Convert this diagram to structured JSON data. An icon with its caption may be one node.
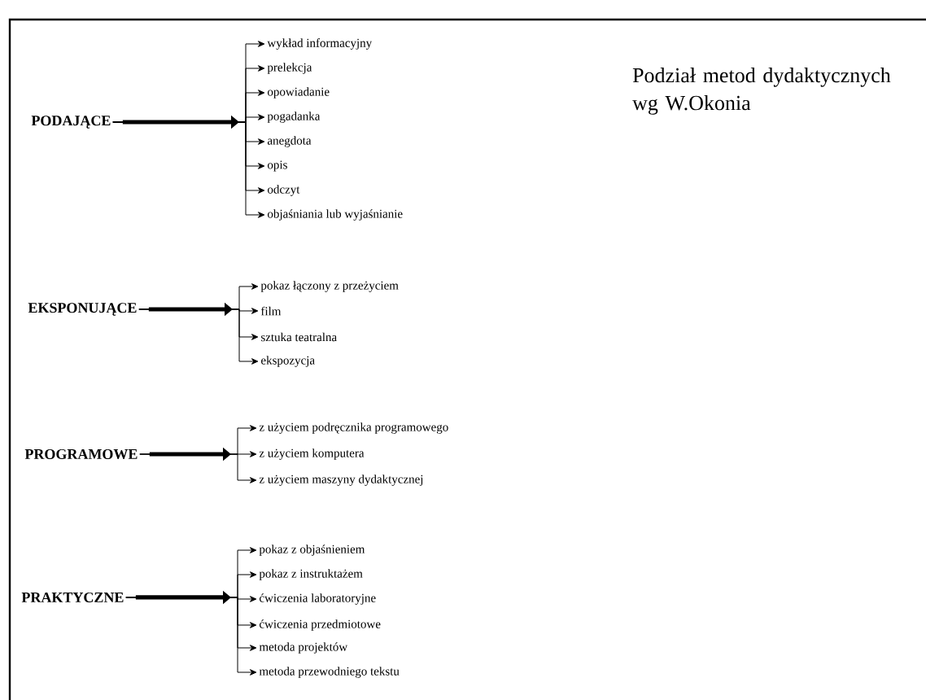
{
  "diagram": {
    "title": "Podział metod dydaktycznych wg W.Okonia",
    "nodes": [
      {
        "text": [
          "PODAJĄCE"
        ]
      },
      {
        "text": [
          "wykład informacyjny"
        ]
      },
      {
        "text": [
          "prelekcja"
        ]
      },
      {
        "text": [
          "opowiadanie"
        ]
      },
      {
        "text": [
          "pogadanka"
        ]
      },
      {
        "text": [
          "anegdota"
        ]
      },
      {
        "text": [
          "opis"
        ]
      },
      {
        "text": [
          "odczyt"
        ]
      },
      {
        "text": [
          "objaśniania lub wyjaśnianie"
        ]
      },
      {
        "text": [
          "EKSPONUJĄCE"
        ]
      },
      {
        "text": [
          "pokaz łączony z przeżyciem"
        ]
      },
      {
        "text": [
          "film"
        ]
      },
      {
        "text": [
          "sztuka teatralna"
        ]
      },
      {
        "text": [
          "ekspozycja"
        ]
      },
      {
        "text": [
          "PROGRAMOWE"
        ]
      },
      {
        "text": [
          "z użyciem podręcznika programowego"
        ]
      },
      {
        "text": [
          "z użyciem komputera"
        ]
      },
      {
        "text": [
          "z użyciem maszyny dydaktycznej"
        ]
      },
      {
        "text": [
          "PRAKTYCZNE"
        ]
      },
      {
        "text": [
          "pokaz z objaśnieniem"
        ]
      },
      {
        "text": [
          "pokaz z instruktażem"
        ]
      },
      {
        "text": [
          "ćwiczenia laboratoryjne"
        ]
      },
      {
        "text": [
          "ćwiczenia przedmiotowe"
        ]
      },
      {
        "text": [
          "metoda projektów"
        ]
      },
      {
        "text": [
          "metoda przewodniego tekstu"
        ]
      }
    ],
    "edges": [
      {
        "from": 0,
        "to": 1,
        "arrow": "to"
      },
      {
        "from": 0,
        "to": 2,
        "arrow": "to"
      },
      {
        "from": 0,
        "to": 3,
        "arrow": "to"
      },
      {
        "from": 0,
        "to": 4,
        "arrow": "to"
      },
      {
        "from": 0,
        "to": 5,
        "arrow": "to"
      },
      {
        "from": 0,
        "to": 6,
        "arrow": "to"
      },
      {
        "from": 0,
        "to": 7,
        "arrow": "to"
      },
      {
        "from": 0,
        "to": 8,
        "arrow": "to"
      },
      {
        "from": 9,
        "to": 10,
        "arrow": "to"
      },
      {
        "from": 9,
        "to": 11,
        "arrow": "to"
      },
      {
        "from": 9,
        "to": 12,
        "arrow": "to"
      },
      {
        "from": 9,
        "to": 13,
        "arrow": "to"
      },
      {
        "from": 14,
        "to": 15,
        "arrow": "to"
      },
      {
        "from": 14,
        "to": 16,
        "arrow": "to"
      },
      {
        "from": 14,
        "to": 17,
        "arrow": "to"
      },
      {
        "from": 18,
        "to": 19,
        "arrow": "to"
      },
      {
        "from": 18,
        "to": 20,
        "arrow": "to"
      },
      {
        "from": 18,
        "to": 21,
        "arrow": "to"
      },
      {
        "from": 18,
        "to": 22,
        "arrow": "to"
      },
      {
        "from": 18,
        "to": 23,
        "arrow": "to"
      },
      {
        "from": 18,
        "to": 24,
        "arrow": "to"
      }
    ]
  }
}
